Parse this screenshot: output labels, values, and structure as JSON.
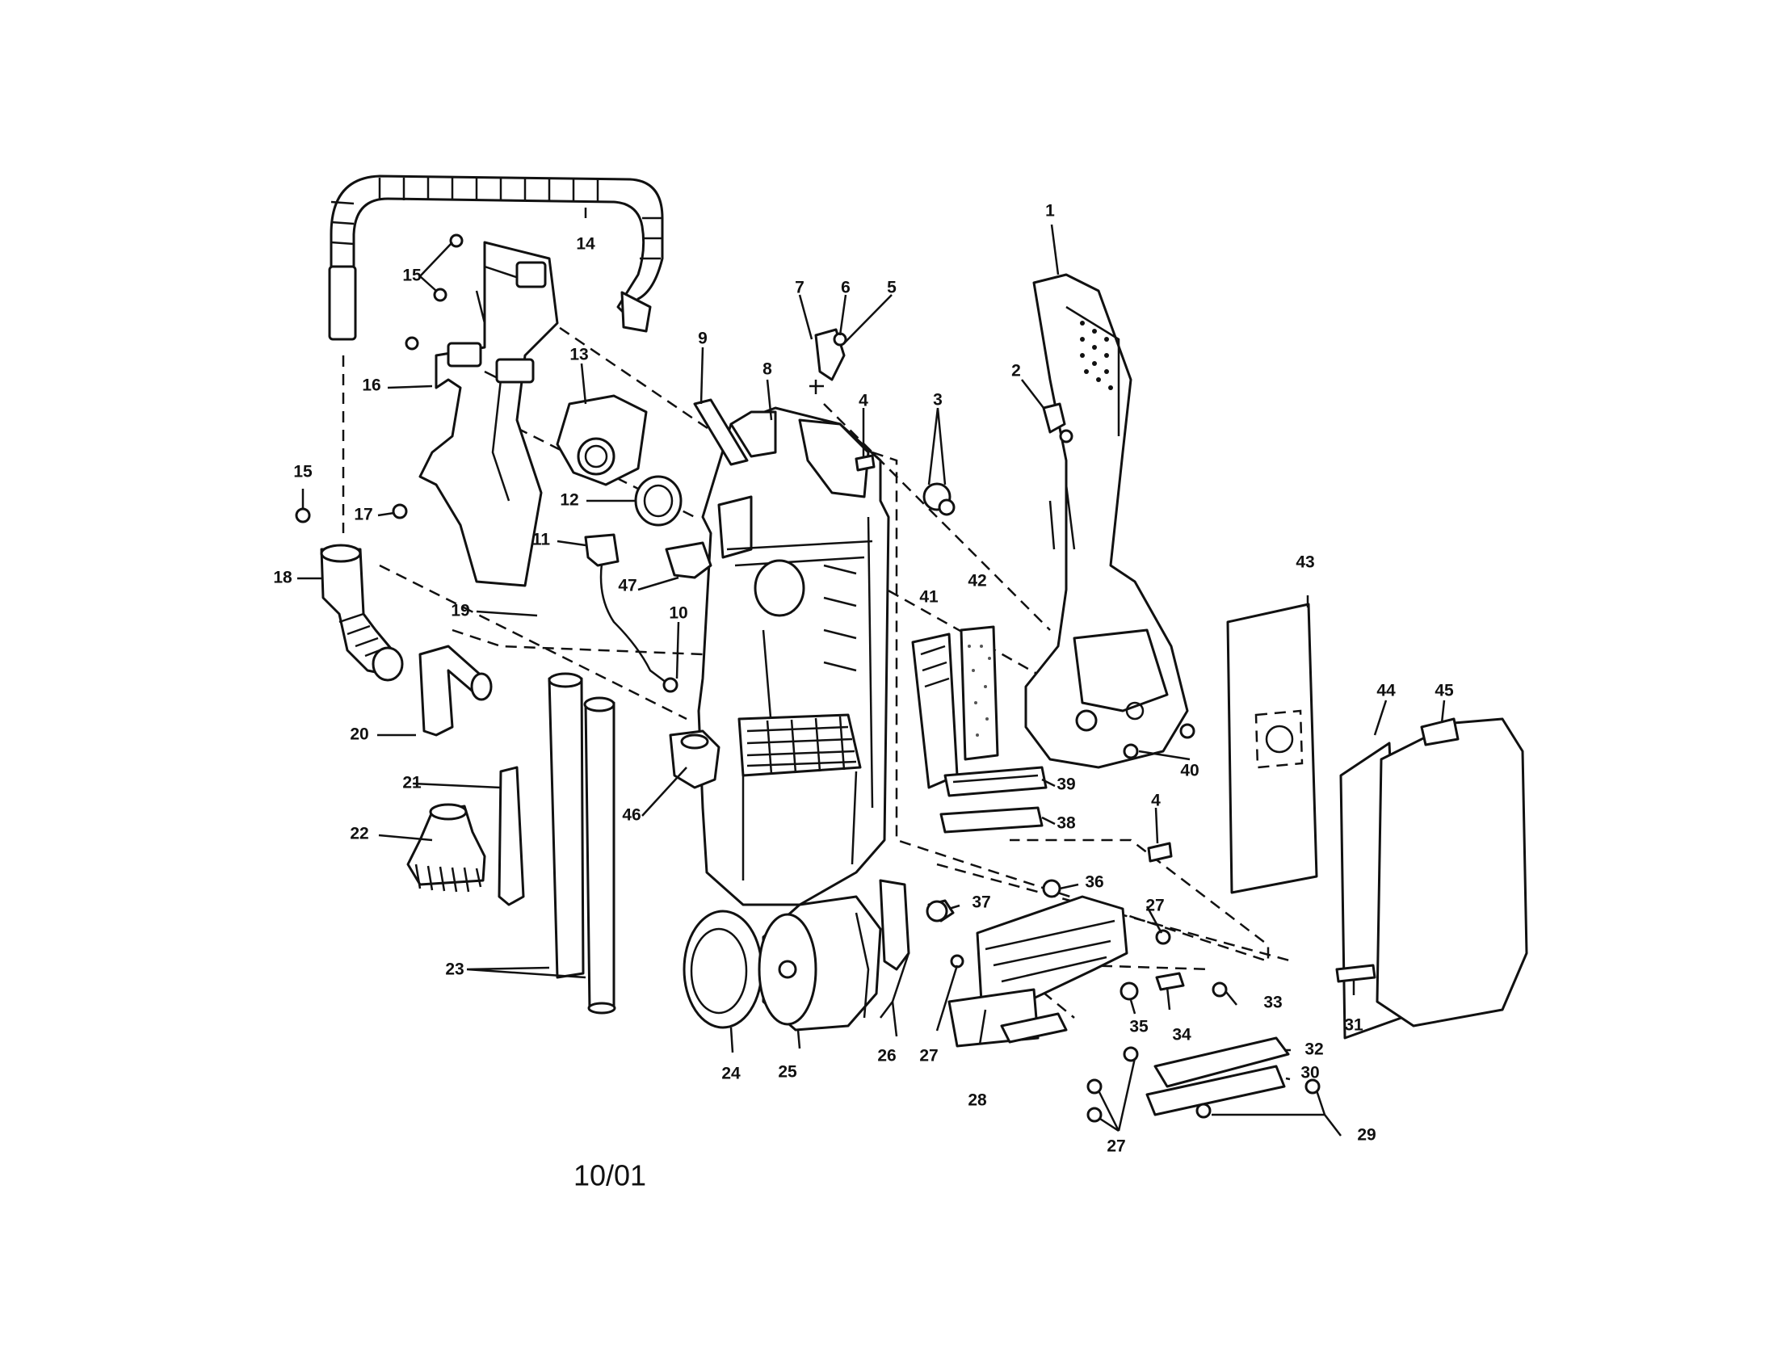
{
  "diagram": {
    "date_code": "10/01",
    "callouts": [
      {
        "id": "c1",
        "label": "1"
      },
      {
        "id": "c2",
        "label": "2"
      },
      {
        "id": "c3",
        "label": "3"
      },
      {
        "id": "c4a",
        "label": "4"
      },
      {
        "id": "c4b",
        "label": "4"
      },
      {
        "id": "c5",
        "label": "5"
      },
      {
        "id": "c6",
        "label": "6"
      },
      {
        "id": "c7",
        "label": "7"
      },
      {
        "id": "c8",
        "label": "8"
      },
      {
        "id": "c9",
        "label": "9"
      },
      {
        "id": "c10",
        "label": "10"
      },
      {
        "id": "c11",
        "label": "11"
      },
      {
        "id": "c12",
        "label": "12"
      },
      {
        "id": "c13",
        "label": "13"
      },
      {
        "id": "c14",
        "label": "14"
      },
      {
        "id": "c15a",
        "label": "15"
      },
      {
        "id": "c15b",
        "label": "15"
      },
      {
        "id": "c16",
        "label": "16"
      },
      {
        "id": "c17",
        "label": "17"
      },
      {
        "id": "c18",
        "label": "18"
      },
      {
        "id": "c19",
        "label": "19"
      },
      {
        "id": "c20",
        "label": "20"
      },
      {
        "id": "c21",
        "label": "21"
      },
      {
        "id": "c22",
        "label": "22"
      },
      {
        "id": "c23",
        "label": "23"
      },
      {
        "id": "c24",
        "label": "24"
      },
      {
        "id": "c25",
        "label": "25"
      },
      {
        "id": "c26",
        "label": "26"
      },
      {
        "id": "c27a",
        "label": "27"
      },
      {
        "id": "c27b",
        "label": "27"
      },
      {
        "id": "c27c",
        "label": "27"
      },
      {
        "id": "c28",
        "label": "28"
      },
      {
        "id": "c29",
        "label": "29"
      },
      {
        "id": "c30",
        "label": "30"
      },
      {
        "id": "c31",
        "label": "31"
      },
      {
        "id": "c32",
        "label": "32"
      },
      {
        "id": "c33",
        "label": "33"
      },
      {
        "id": "c34",
        "label": "34"
      },
      {
        "id": "c35",
        "label": "35"
      },
      {
        "id": "c36",
        "label": "36"
      },
      {
        "id": "c37",
        "label": "37"
      },
      {
        "id": "c38",
        "label": "38"
      },
      {
        "id": "c39",
        "label": "39"
      },
      {
        "id": "c40",
        "label": "40"
      },
      {
        "id": "c41",
        "label": "41"
      },
      {
        "id": "c42",
        "label": "42"
      },
      {
        "id": "c43",
        "label": "43"
      },
      {
        "id": "c44",
        "label": "44"
      },
      {
        "id": "c45",
        "label": "45"
      },
      {
        "id": "c46",
        "label": "46"
      },
      {
        "id": "c47",
        "label": "47"
      }
    ]
  }
}
